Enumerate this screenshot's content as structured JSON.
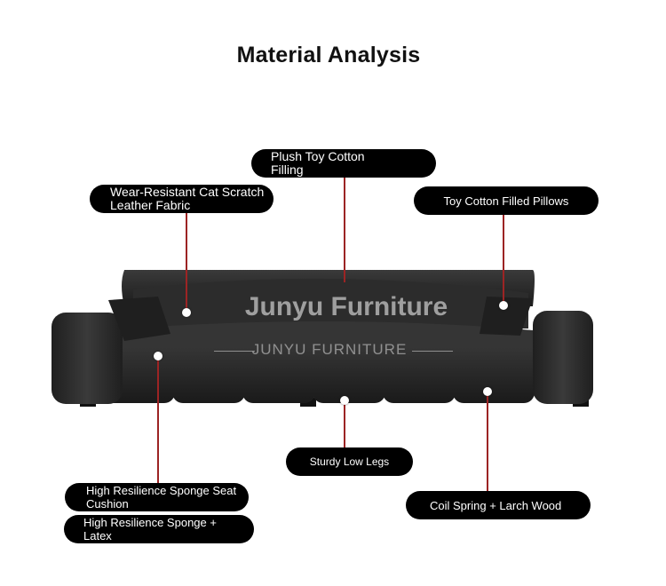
{
  "title": "Material Analysis",
  "watermark": {
    "brand": "Junyu Furniture",
    "sub": "JUNYU FURNITURE"
  },
  "callouts": {
    "filling": "Plush Toy Cotton Filling",
    "fabric": "Wear-Resistant Cat Scratch Leather Fabric",
    "pillows": "Toy Cotton Filled Pillows",
    "cushion": "High Resilience Sponge Seat Cushion",
    "legs": "Sturdy Low Legs",
    "latex": "High Resilience Sponge + Latex",
    "spring": "Coil Spring + Larch Wood"
  },
  "colors": {
    "leader": "#9c2424",
    "pill": "#000000",
    "sofa": "#2a2a2a"
  }
}
